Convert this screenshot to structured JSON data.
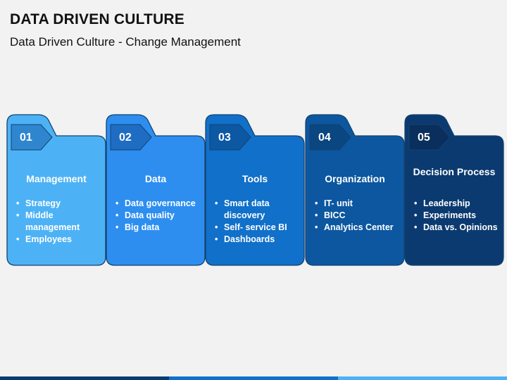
{
  "title": "DATA DRIVEN CULTURE",
  "subtitle": "Data Driven Culture - Change Management",
  "steps": [
    {
      "number": "01",
      "heading": "Management",
      "items": [
        "Strategy",
        "Middle management",
        "Employees"
      ],
      "color": "#4db2f5",
      "tab_color": "#2f86cf"
    },
    {
      "number": "02",
      "heading": "Data",
      "items": [
        "Data governance",
        "Data quality",
        "Big data"
      ],
      "color": "#2d8ef0",
      "tab_color": "#1f6dc2"
    },
    {
      "number": "03",
      "heading": "Tools",
      "items": [
        "Smart data discovery",
        "Self- service BI",
        "Dashboards"
      ],
      "color": "#1170c9",
      "tab_color": "#0c58a3"
    },
    {
      "number": "04",
      "heading": "Organization",
      "items": [
        "IT- unit",
        "BICC",
        "Analytics Center"
      ],
      "color": "#0c57a0",
      "tab_color": "#0a467f"
    },
    {
      "number": "05",
      "heading": "Decision Process",
      "items": [
        "Leadership",
        "Experiments",
        "Data vs. Opinions"
      ],
      "color": "#0b3a70",
      "tab_color": "#0a2f5c"
    }
  ],
  "footer_colors": [
    "#0b3a70",
    "#1170c9",
    "#4db2f5"
  ]
}
